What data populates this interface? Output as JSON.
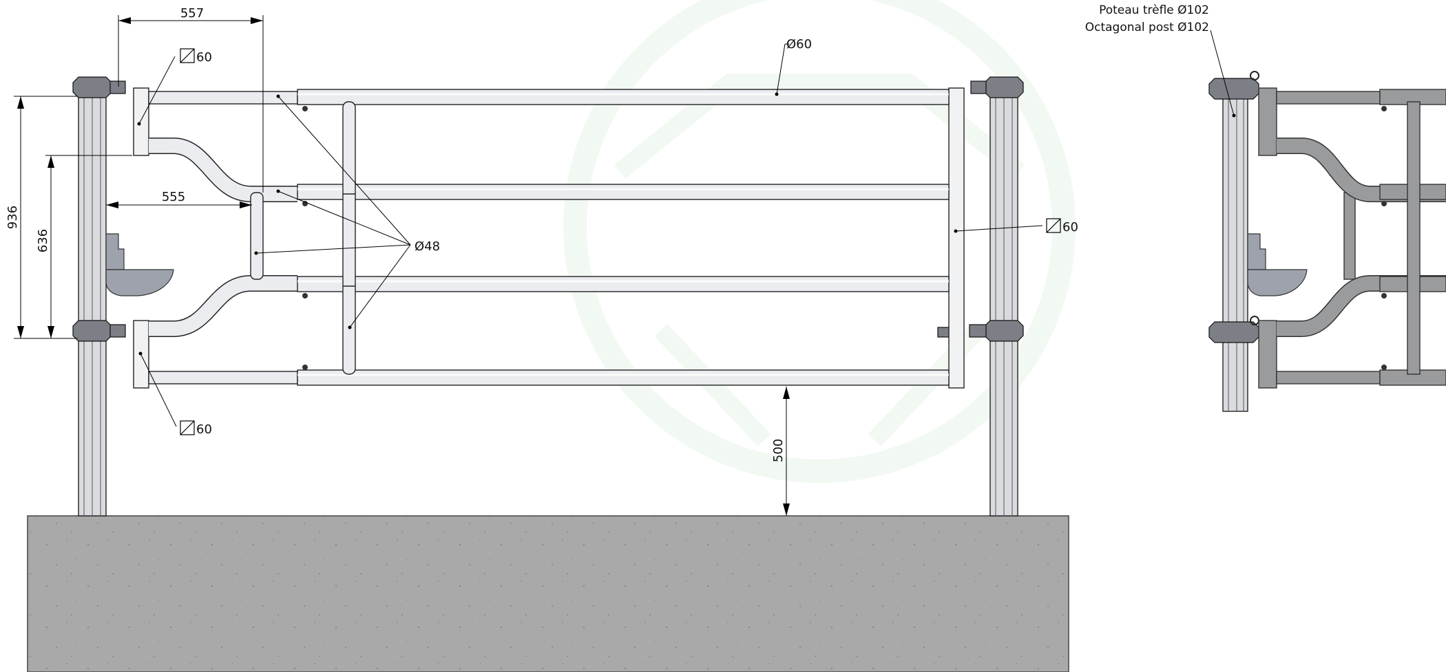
{
  "drawing": {
    "labels": {
      "post_fr": "Poteau trèfle Ø102",
      "post_en": "Octagonal post Ø102",
      "top_rail": "Ø60",
      "rails": "Ø48",
      "square_top": "60",
      "square_bottom": "60",
      "square_right": "60"
    },
    "dimensions": {
      "d557": "557",
      "d555": "555",
      "d936": "936",
      "d636": "636",
      "d500": "500"
    },
    "colors": {
      "concrete": "#a9a9a9",
      "tube": "#eaecef",
      "tube_dark": "#9a9b9d",
      "watermark": "#e8f3e8"
    }
  }
}
